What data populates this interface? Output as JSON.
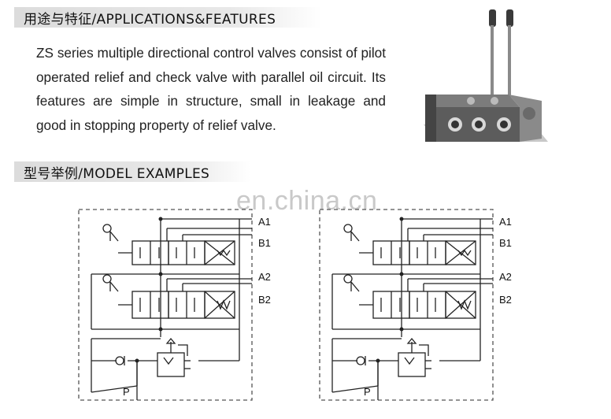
{
  "sections": {
    "applications": {
      "title": "用途与特征/APPLICATIONS&FEATURES"
    },
    "models": {
      "title": "型号举例/MODEL EXAMPLES"
    }
  },
  "description": "ZS series multiple directional control valves consist of pilot operated relief and check valve with parallel oil circuit. Its features are simple in structure, small in leakage and good in stopping property of relief valve.",
  "watermark": "en.china.cn",
  "diagrams": [
    {
      "ports": {
        "a1": "A1",
        "b1": "B1",
        "a2": "A2",
        "b2": "B2",
        "p": "P"
      }
    },
    {
      "ports": {
        "a1": "A1",
        "b1": "B1",
        "a2": "A2",
        "b2": "B2",
        "p": "P"
      }
    }
  ],
  "colors": {
    "header_bg": "#dcdcdc",
    "line": "#222222",
    "dashed": "#555555",
    "watermark": "#c9c9c9"
  }
}
